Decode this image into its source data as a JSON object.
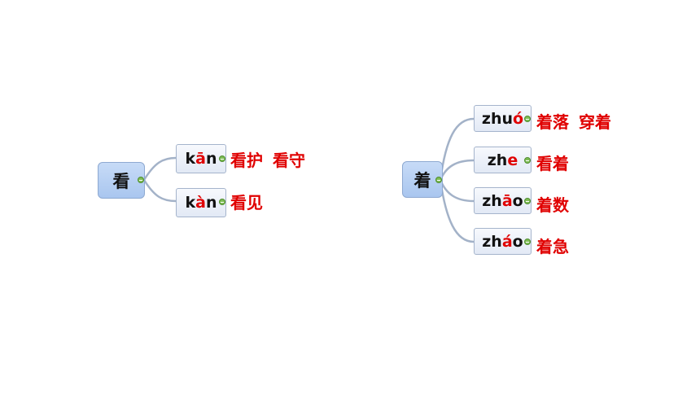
{
  "maps": [
    {
      "root": "看",
      "branches": [
        {
          "pre": "k",
          "hl": "ā",
          "post": "n",
          "words": [
            "看护",
            "看守"
          ]
        },
        {
          "pre": "k",
          "hl": "à",
          "post": "n",
          "words": [
            "看见"
          ]
        }
      ]
    },
    {
      "root": "着",
      "branches": [
        {
          "pre": "zhu",
          "hl": "ó",
          "post": "",
          "words": [
            "着落",
            "穿着"
          ]
        },
        {
          "pre": "zh",
          "hl": "e",
          "post": "",
          "words": [
            "看着"
          ]
        },
        {
          "pre": "zh",
          "hl": "ā",
          "post": "o",
          "words": [
            "着数"
          ]
        },
        {
          "pre": "zh",
          "hl": "á",
          "post": "o",
          "words": [
            "着急"
          ]
        }
      ]
    }
  ],
  "colors": {
    "highlight": "#e00000",
    "link": "#a3b2c8",
    "toggle": "#7ebd55"
  }
}
